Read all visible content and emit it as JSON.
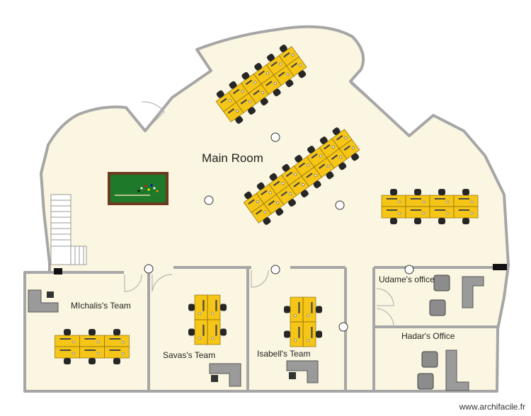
{
  "rooms": {
    "main": "Main Room",
    "michalis": "MIchalis's Team",
    "savas": "Savas's Team",
    "isabell": "Isabell's Team",
    "udame": "Udame's office",
    "hadar": "Hadar's Office"
  },
  "watermark": "www.archifacile.fr",
  "colors": {
    "floor": "#fbf6e1",
    "wall": "#a6a6a6",
    "desk": "#f5c518",
    "chair": "#262626",
    "pool_table": "#1e7a2a"
  }
}
